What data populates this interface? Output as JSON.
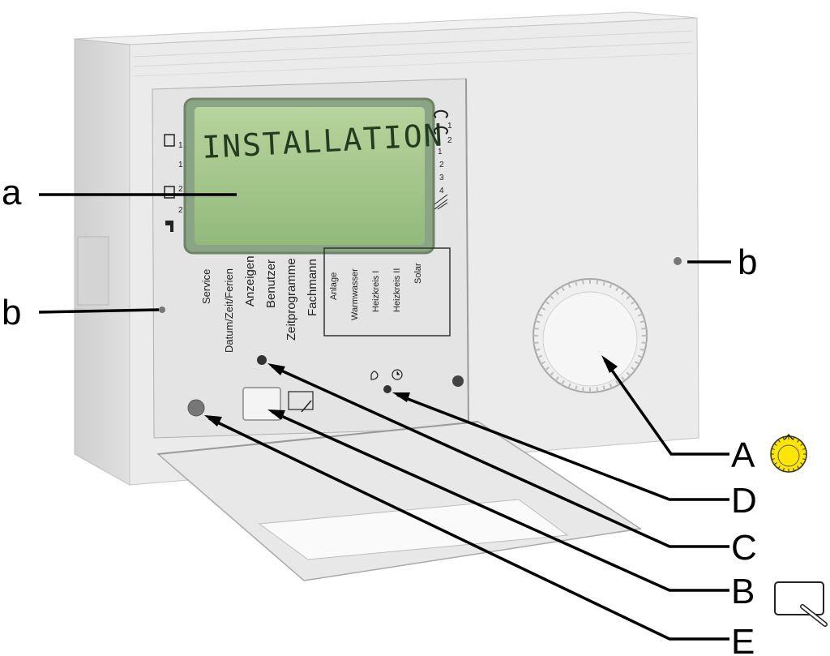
{
  "display": {
    "text": "INSTALLATION"
  },
  "menu": {
    "items": [
      "Service",
      "Datum/Zeit/Ferien",
      "Anzeigen",
      "Benutzer",
      "Zeitprogramme",
      "Fachmann"
    ],
    "boxed_items": [
      "Anlage",
      "Warmwasser",
      "Heizkreis I",
      "Heizkreis II",
      "Solar"
    ]
  },
  "side_numbers": {
    "left": [
      "1",
      "1",
      "2",
      "2"
    ],
    "right": [
      "1",
      "2",
      "1",
      "2",
      "3",
      "4"
    ]
  },
  "callouts": {
    "a": "a",
    "b_left": "b",
    "b_right": "b",
    "A": "A",
    "B": "B",
    "C": "C",
    "D": "D",
    "E": "E"
  },
  "colors": {
    "housing": "#e9e9e9",
    "lcd": "#a8c98f",
    "knob_icon": "#ffe600"
  }
}
